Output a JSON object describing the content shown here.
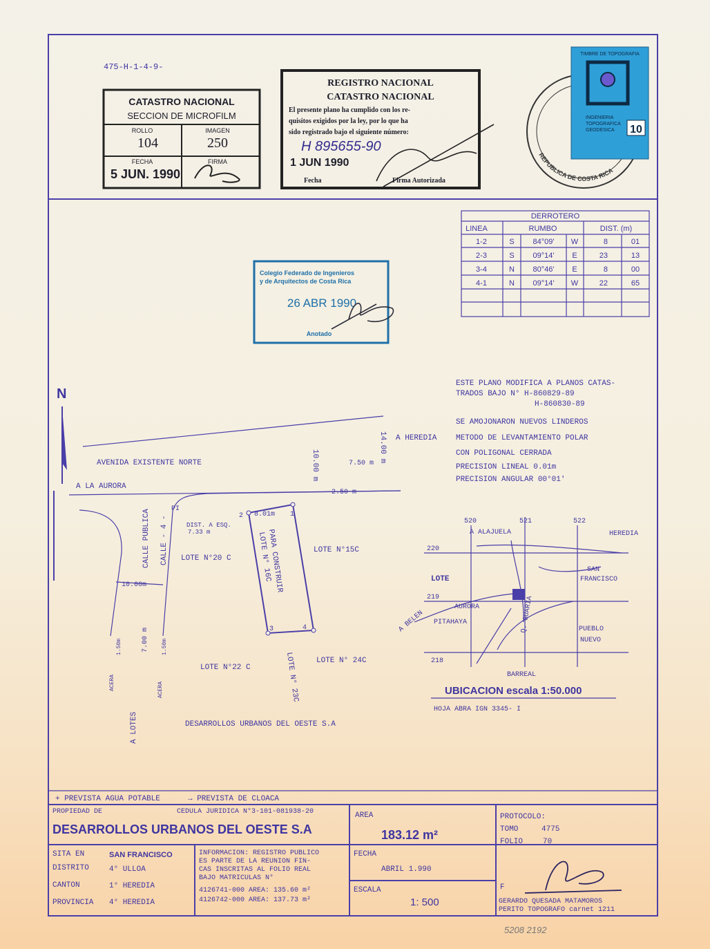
{
  "header": {
    "plan_ref": "475-H-1-4-9-"
  },
  "stamp_catastro": {
    "title": "CATASTRO NACIONAL",
    "subtitle": "SECCION DE MICROFILM",
    "rollo_label": "ROLLO",
    "rollo": "104",
    "imagen_label": "IMAGEN",
    "imagen": "250",
    "fecha_label": "FECHA",
    "fecha": "5 JUN. 1990",
    "firma_label": "FIRMA"
  },
  "stamp_registro": {
    "title1": "REGISTRO NACIONAL",
    "title2": "CATASTRO NACIONAL",
    "line1": "El presente plano ha cumplido con los re-",
    "line2": "quisitos exigidos por la ley, por lo que ha",
    "line3": "sido registrado bajo el siguiente número:",
    "number": "H 895655-90",
    "date": "1 JUN 1990",
    "fecha_label": "Fecha",
    "firma_label": "Firma Autorizada"
  },
  "timbre": {
    "label": "TIMBRE DE TOPOGRAFIA",
    "lines": [
      "INGENIERIA",
      "TOPOGRAFICA",
      "GEODESICA"
    ],
    "value": "10",
    "seal_text": "REPUBLICA DE COSTA RICA"
  },
  "stamp_colegio": {
    "line1": "Colegio Federado de Ingenieros",
    "line2": "y de Arquitectos de Costa Rica",
    "date": "26 ABR 1990",
    "footer": "Anotado"
  },
  "derrotero": {
    "title": "DERROTERO",
    "headers": [
      "LINEA",
      "RUMBO",
      "DIST. (m)"
    ],
    "rows": [
      {
        "linea": "1-2",
        "a": "S",
        "deg": "84°09'",
        "b": "W",
        "m": "8",
        "cm": "01"
      },
      {
        "linea": "2-3",
        "a": "S",
        "deg": "09°14'",
        "b": "E",
        "m": "23",
        "cm": "13"
      },
      {
        "linea": "3-4",
        "a": "N",
        "deg": "80°46'",
        "b": "E",
        "m": "8",
        "cm": "00"
      },
      {
        "linea": "4-1",
        "a": "N",
        "deg": "09°14'",
        "b": "W",
        "m": "22",
        "cm": "65"
      }
    ]
  },
  "notes": {
    "line1": "ESTE PLANO MODIFICA A PLANOS CATAS-",
    "line2": "TRADOS BAJO N° H-860829-89",
    "line3": "H-860830-89",
    "line4": "SE AMOJONARON NUEVOS LINDEROS",
    "line5": "METODO DE LEVANTAMIENTO POLAR",
    "line6": "CON POLIGONAL CERRADA",
    "line7": "PRECISION LINEAL  0.01m",
    "line8": "PRECISION ANGULAR 00°01'"
  },
  "plan": {
    "north": "N",
    "avenida": "AVENIDA EXISTENTE NORTE",
    "a_la_aurora": "A LA AURORA",
    "a_heredia": "A HEREDIA",
    "dim_14": "14.00 m",
    "dim_10": "10.00 m",
    "dim_750": "7.50 m",
    "dim_250": "2.50 m",
    "dim_801": "8.01m",
    "dist_esq": "DIST. A ESQ.",
    "dist_esq_val": "7.33 m",
    "pi": "PI",
    "calle_publica": "CALLE PUBLICA",
    "calle_4": "CALLE - 4 -",
    "dim_calle": "10.00m",
    "acera1": "ACERA",
    "acera2": "ACERA",
    "acera_w1": "1.50m",
    "acera_w2": "1.50m",
    "calzada": "7.00 m",
    "a_lotes": "A LOTES",
    "lote_20c": "LOTE N°20 C",
    "lote_15c": "LOTE N°15C",
    "lote_16c": "LOTE N° 16C",
    "para_construir": "PARA CONSTRUIR",
    "lote_22c": "LOTE N°22 C",
    "lote_23c": "LOTE N° 23C",
    "lote_24c": "LOTE N° 24C",
    "desarrollos": "DESARROLLOS URBANOS DEL OESTE S.A",
    "v1": "1",
    "v2": "2",
    "v3": "3",
    "v4": "4"
  },
  "ubicacion": {
    "x1": "520",
    "x2": "521",
    "x3": "522",
    "y1": "220",
    "y2": "219",
    "y3": "218",
    "alajuela": "A ALAJUELA",
    "heredia": "HEREDIA",
    "san_francisco1": "SAN",
    "san_francisco2": "FRANCISCO",
    "lote": "LOTE",
    "a_belen": "A BELEN",
    "aurora": "AURORA",
    "pitahaya": "PITAHAYA",
    "q_guaria": "Q. GUARIA",
    "pueblo1": "PUEBLO",
    "pueblo2": "NUEVO",
    "barreal": "BARREAL",
    "title": "UBICACION escala 1:50.000",
    "hoja": "HOJA ABRA   IGN   3345- I"
  },
  "legend": {
    "agua": "+ PREVISTA AGUA POTABLE",
    "cloaca": "→ PREVISTA DE CLOACA"
  },
  "titleblock": {
    "propiedad_label": "PROPIEDAD DE",
    "cedula": "CEDULA JURIDICA N°3-101-081938-20",
    "owner": "DESARROLLOS URBANOS DEL OESTE S.A",
    "area_label": "AREA",
    "area": "183.12 m²",
    "protocolo_label": "PROTOCOLO:",
    "tomo_label": "TOMO",
    "tomo": "4775",
    "folio_label": "FOLIO",
    "folio": "70",
    "sita_label": "SITA EN",
    "sita": "SAN FRANCISCO",
    "distrito_label": "DISTRITO",
    "distrito": "4° ULLOA",
    "canton_label": "CANTON",
    "canton": "1° HEREDIA",
    "provincia_label": "PROVINCIA",
    "provincia": "4° HEREDIA",
    "info1": "INFORMACION: REGISTRO PUBLICO",
    "info2": "ES PARTE DE LA REUNION FIN-",
    "info3": "CAS INSCRITAS AL FOLIO REAL",
    "info4": "BAJO MATRICULAS N°",
    "info5": "4126741-000  AREA: 135.60 m²",
    "info6": "4126742-000  AREA: 137.73 m²",
    "fecha_label": "FECHA",
    "fecha": "ABRIL 1.990",
    "escala_label": "ESCALA",
    "escala": "1: 500",
    "f_label": "F",
    "perito1": "GERARDO QUESADA MATAMOROS",
    "perito2": "PERITO TOPOGRAFO carnet 1211"
  },
  "footer_note": "5208 2192"
}
